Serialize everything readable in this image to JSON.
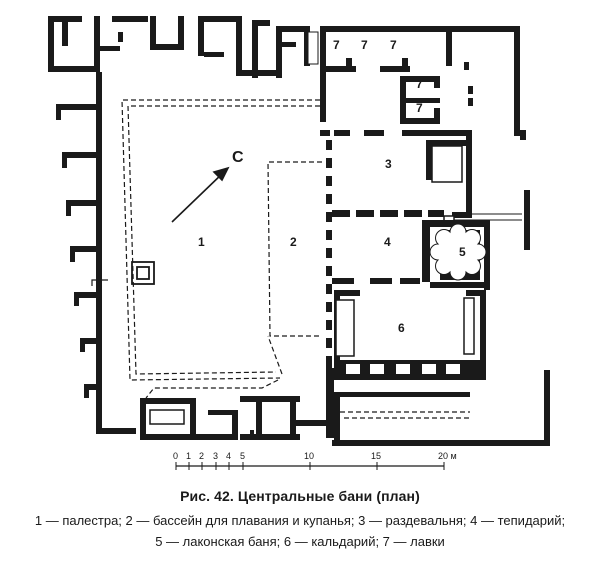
{
  "plan": {
    "north_label": "С",
    "rooms": [
      {
        "number": "1"
      },
      {
        "number": "2"
      },
      {
        "number": "3"
      },
      {
        "number": "4"
      },
      {
        "number": "5"
      },
      {
        "number": "6"
      },
      {
        "number": "7"
      }
    ]
  },
  "scale": {
    "ticks": [
      "0",
      "1",
      "2",
      "3",
      "4",
      "5",
      "10",
      "15",
      "20 м"
    ]
  },
  "caption": {
    "title": "Рис. 42. Центральные бани (план)",
    "legend_lines": [
      "1 — палестра; 2 — бассейн для плавания и купанья; 3 — раздевальня; 4 — тепидарий;",
      "5 — лаконская баня; 6 — кальдарий; 7 — лавки"
    ]
  },
  "colors": {
    "ink": "#1a1a1a",
    "paper": "#ffffff"
  }
}
